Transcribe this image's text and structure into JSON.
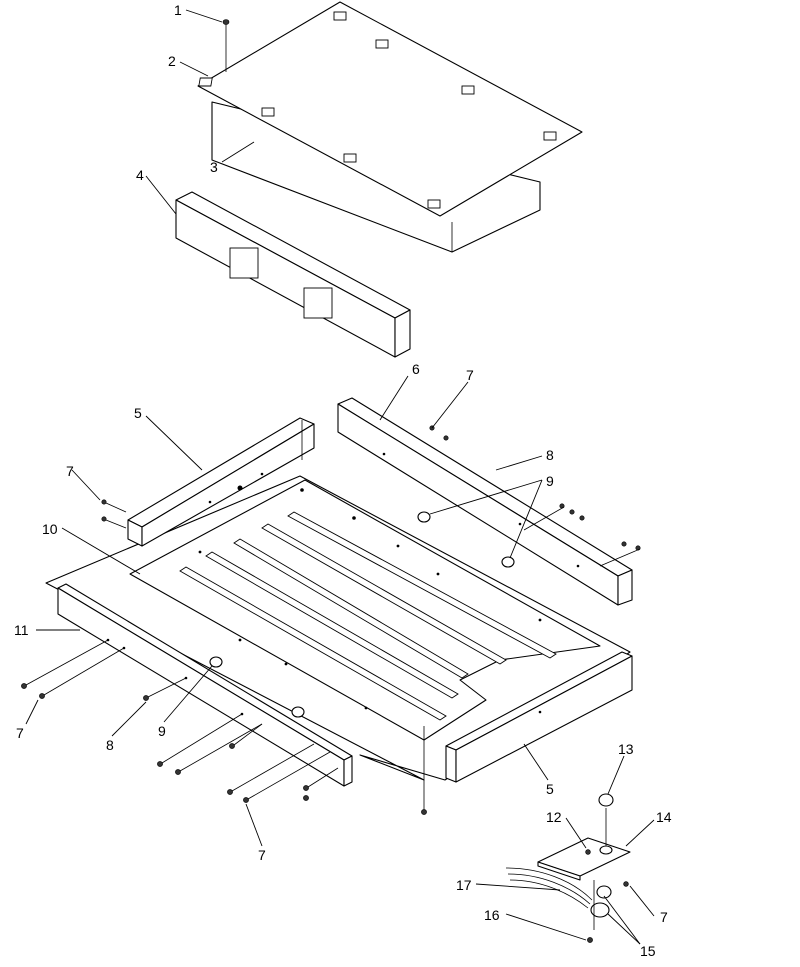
{
  "callouts": {
    "c1": "1",
    "c2": "2",
    "c3": "3",
    "c4": "4",
    "c5a": "5",
    "c5b": "5",
    "c6": "6",
    "c7a": "7",
    "c7b": "7",
    "c7c": "7",
    "c7d": "7",
    "c7e": "7",
    "c8a": "8",
    "c8b": "8",
    "c9a": "9",
    "c9b": "9",
    "c10": "10",
    "c11": "11",
    "c12": "12",
    "c13": "13",
    "c14": "14",
    "c15": "15",
    "c16": "16",
    "c17": "17"
  }
}
